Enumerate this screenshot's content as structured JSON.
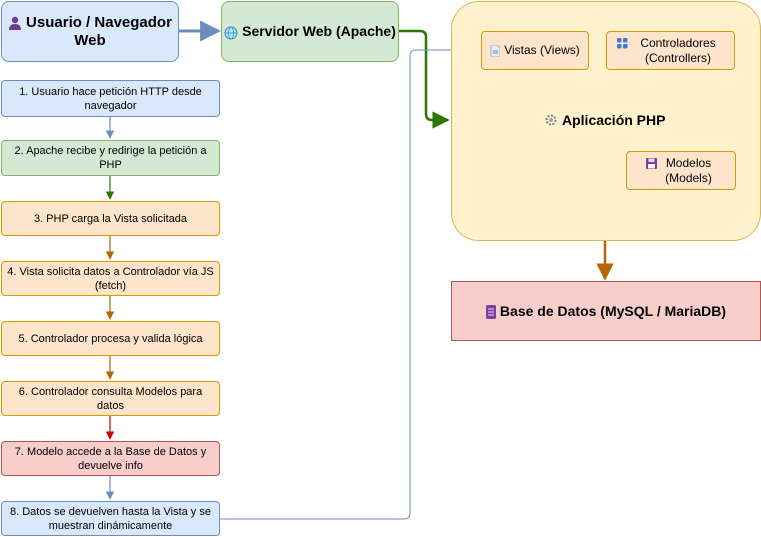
{
  "nodes": {
    "user": {
      "label": "Usuario / Navegador Web",
      "icon": "user-icon"
    },
    "web_server": {
      "label": "Servidor Web (Apache)",
      "icon": "globe-icon"
    },
    "php_app": {
      "label": "Aplicación PHP",
      "icon": "gear-icon"
    },
    "views": {
      "label": "Vistas (Views)",
      "icon": "document-icon"
    },
    "controllers": {
      "label": "Controladores (Controllers)",
      "icon": "grid-icon"
    },
    "models": {
      "label": "Modelos (Models)",
      "icon": "floppy-disk-icon"
    },
    "database": {
      "label": "Base de Datos (MySQL / MariaDB)",
      "icon": "server-icon"
    }
  },
  "steps": [
    {
      "label": "1. Usuario hace petición HTTP desde navegador",
      "color": "blue"
    },
    {
      "label": "2. Apache recibe y redirige la petición a PHP",
      "color": "green"
    },
    {
      "label": "3. PHP carga la Vista solicitada",
      "color": "orange"
    },
    {
      "label": "4. Vista solicita datos a Controlador vía JS (fetch)",
      "color": "orange"
    },
    {
      "label": "5. Controlador procesa y valida lógica",
      "color": "orange"
    },
    {
      "label": "6. Controlador consulta Modelos para datos",
      "color": "orange"
    },
    {
      "label": "7. Modelo accede a la Base de Datos y devuelve info",
      "color": "red"
    },
    {
      "label": "8. Datos se devuelven hasta la Vista y se muestran dinámicamente",
      "color": "blue"
    }
  ],
  "colors": {
    "blue_fill": "#dae8fc",
    "blue_stroke": "#6c8ebf",
    "green_fill": "#d5e8d4",
    "green_stroke": "#82b366",
    "orange_fill": "#fde5cc",
    "orange_stroke": "#d79b00",
    "red_fill": "#f8cecc",
    "red_stroke": "#b85450",
    "yellow_fill": "#fff2cc",
    "yellow_stroke": "#d6b656",
    "green_arrow": "#2d7600",
    "orange_arrow": "#b46504",
    "red_arrow": "#cc0000"
  }
}
